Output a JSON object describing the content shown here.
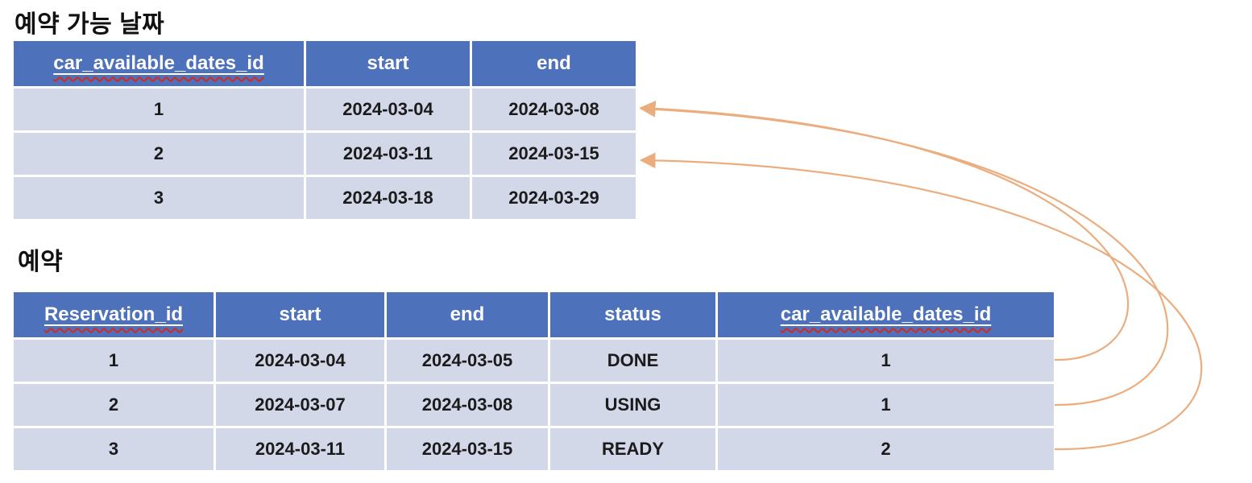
{
  "colors": {
    "canvas-bg": "#ffffff",
    "header-bg": "#4E71BC",
    "header-text": "#ffffff",
    "row-bg": "#D3D8E9",
    "cell-text": "#1b1b1b",
    "title-text": "#111111",
    "arrow-color": "#EBAD7E",
    "spell-red": "#D42A1E"
  },
  "tables": {
    "available": {
      "title": "예약 가능 날짜",
      "columns": [
        {
          "label": "car_available_dates_id",
          "spellcheck_squiggle": true
        },
        {
          "label": "start",
          "spellcheck_squiggle": false
        },
        {
          "label": "end",
          "spellcheck_squiggle": false
        }
      ],
      "rows": [
        [
          "1",
          "2024-03-04",
          "2024-03-08"
        ],
        [
          "2",
          "2024-03-11",
          "2024-03-15"
        ],
        [
          "3",
          "2024-03-18",
          "2024-03-29"
        ]
      ]
    },
    "reservation": {
      "title": "예약",
      "columns": [
        {
          "label": "Reservation_id",
          "spellcheck_squiggle": true
        },
        {
          "label": "start",
          "spellcheck_squiggle": false
        },
        {
          "label": "end",
          "spellcheck_squiggle": false
        },
        {
          "label": "status",
          "spellcheck_squiggle": false
        },
        {
          "label": "car_available_dates_id",
          "spellcheck_squiggle": true
        }
      ],
      "rows": [
        [
          "1",
          "2024-03-04",
          "2024-03-05",
          "DONE",
          "1"
        ],
        [
          "2",
          "2024-03-07",
          "2024-03-08",
          "USING",
          "1"
        ],
        [
          "3",
          "2024-03-11",
          "2024-03-15",
          "READY",
          "2"
        ]
      ]
    }
  },
  "relationships": [
    {
      "from": "예약 row 1 (car_available_dates_id=1)",
      "to": "예약 가능 날짜 row 1"
    },
    {
      "from": "예약 row 2 (car_available_dates_id=1)",
      "to": "예약 가능 날짜 row 1"
    },
    {
      "from": "예약 row 3 (car_available_dates_id=2)",
      "to": "예약 가능 날짜 row 2"
    }
  ]
}
